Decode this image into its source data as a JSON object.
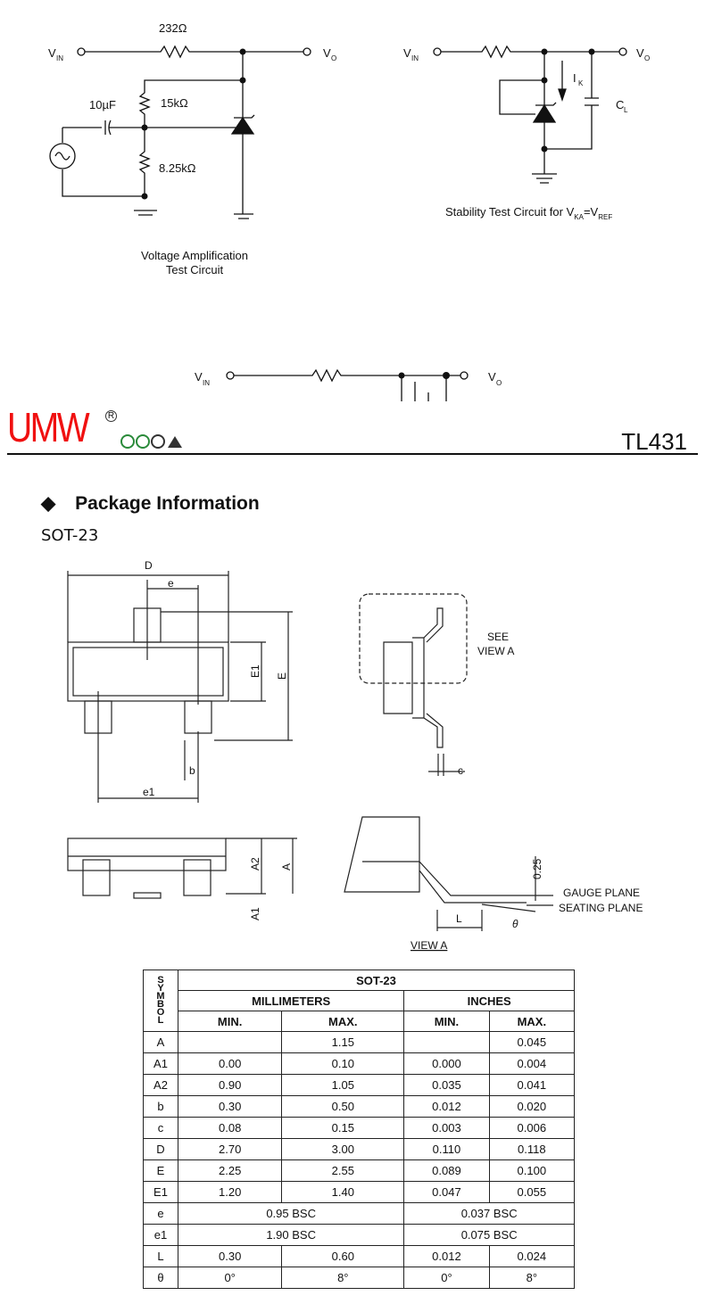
{
  "circuit1": {
    "r1": "232Ω",
    "vin": "V",
    "vin_sub": "IN",
    "vo": "V",
    "vo_sub": "O",
    "cap": "10µF",
    "r2": "15kΩ",
    "r3": "8.25kΩ",
    "caption1": "Voltage Amplification",
    "caption2": "Test Circuit"
  },
  "circuit2": {
    "vin": "V",
    "vin_sub": "IN",
    "vo": "V",
    "vo_sub": "O",
    "ik": "I",
    "ik_sub": "K",
    "cl": "C",
    "cl_sub": "L",
    "caption": "Stability Test Circuit for V",
    "caption_sub1": "KA",
    "caption_mid": "=V",
    "caption_sub2": "REF"
  },
  "circuit3": {
    "vin": "V",
    "vin_sub": "IN",
    "vo": "V",
    "vo_sub": "O"
  },
  "header": {
    "logo": "UMW",
    "reg": "R",
    "part": "TL431"
  },
  "section": {
    "bullet": "◆",
    "title": "Package Information",
    "package": "SOT-23"
  },
  "drawing": {
    "D": "D",
    "e": "e",
    "E1": "E1",
    "E": "E",
    "b": "b",
    "e1": "e1",
    "see": "SEE",
    "view_a": "VIEW A",
    "c": "c",
    "A2": "A2",
    "A": "A",
    "A1": "A1",
    "g": "0.25",
    "gauge": "GAUGE PLANE",
    "seating": "SEATING PLANE",
    "L": "L",
    "theta": "θ",
    "view_a_caption": "VIEW A"
  },
  "table": {
    "title": "SOT-23",
    "symbol": "SYMBOL",
    "mm": "MILLIMETERS",
    "inch": "INCHES",
    "min": "MIN.",
    "max": "MAX.",
    "rows": [
      {
        "s": "A",
        "mmin": "",
        "mmax": "1.15",
        "imin": "",
        "imax": "0.045"
      },
      {
        "s": "A1",
        "mmin": "0.00",
        "mmax": "0.10",
        "imin": "0.000",
        "imax": "0.004"
      },
      {
        "s": "A2",
        "mmin": "0.90",
        "mmax": "1.05",
        "imin": "0.035",
        "imax": "0.041"
      },
      {
        "s": "b",
        "mmin": "0.30",
        "mmax": "0.50",
        "imin": "0.012",
        "imax": "0.020"
      },
      {
        "s": "c",
        "mmin": "0.08",
        "mmax": "0.15",
        "imin": "0.003",
        "imax": "0.006"
      },
      {
        "s": "D",
        "mmin": "2.70",
        "mmax": "3.00",
        "imin": "0.110",
        "imax": "0.118"
      },
      {
        "s": "E",
        "mmin": "2.25",
        "mmax": "2.55",
        "imin": "0.089",
        "imax": "0.100"
      },
      {
        "s": "E1",
        "mmin": "1.20",
        "mmax": "1.40",
        "imin": "0.047",
        "imax": "0.055"
      },
      {
        "s": "e",
        "mm": "0.95 BSC",
        "in": "0.037 BSC"
      },
      {
        "s": "e1",
        "mm": "1.90 BSC",
        "in": "0.075 BSC"
      },
      {
        "s": "L",
        "mmin": "0.30",
        "mmax": "0.60",
        "imin": "0.012",
        "imax": "0.024"
      },
      {
        "s": "θ",
        "mmin": "0°",
        "mmax": "8°",
        "imin": "0°",
        "imax": "8°"
      }
    ]
  }
}
